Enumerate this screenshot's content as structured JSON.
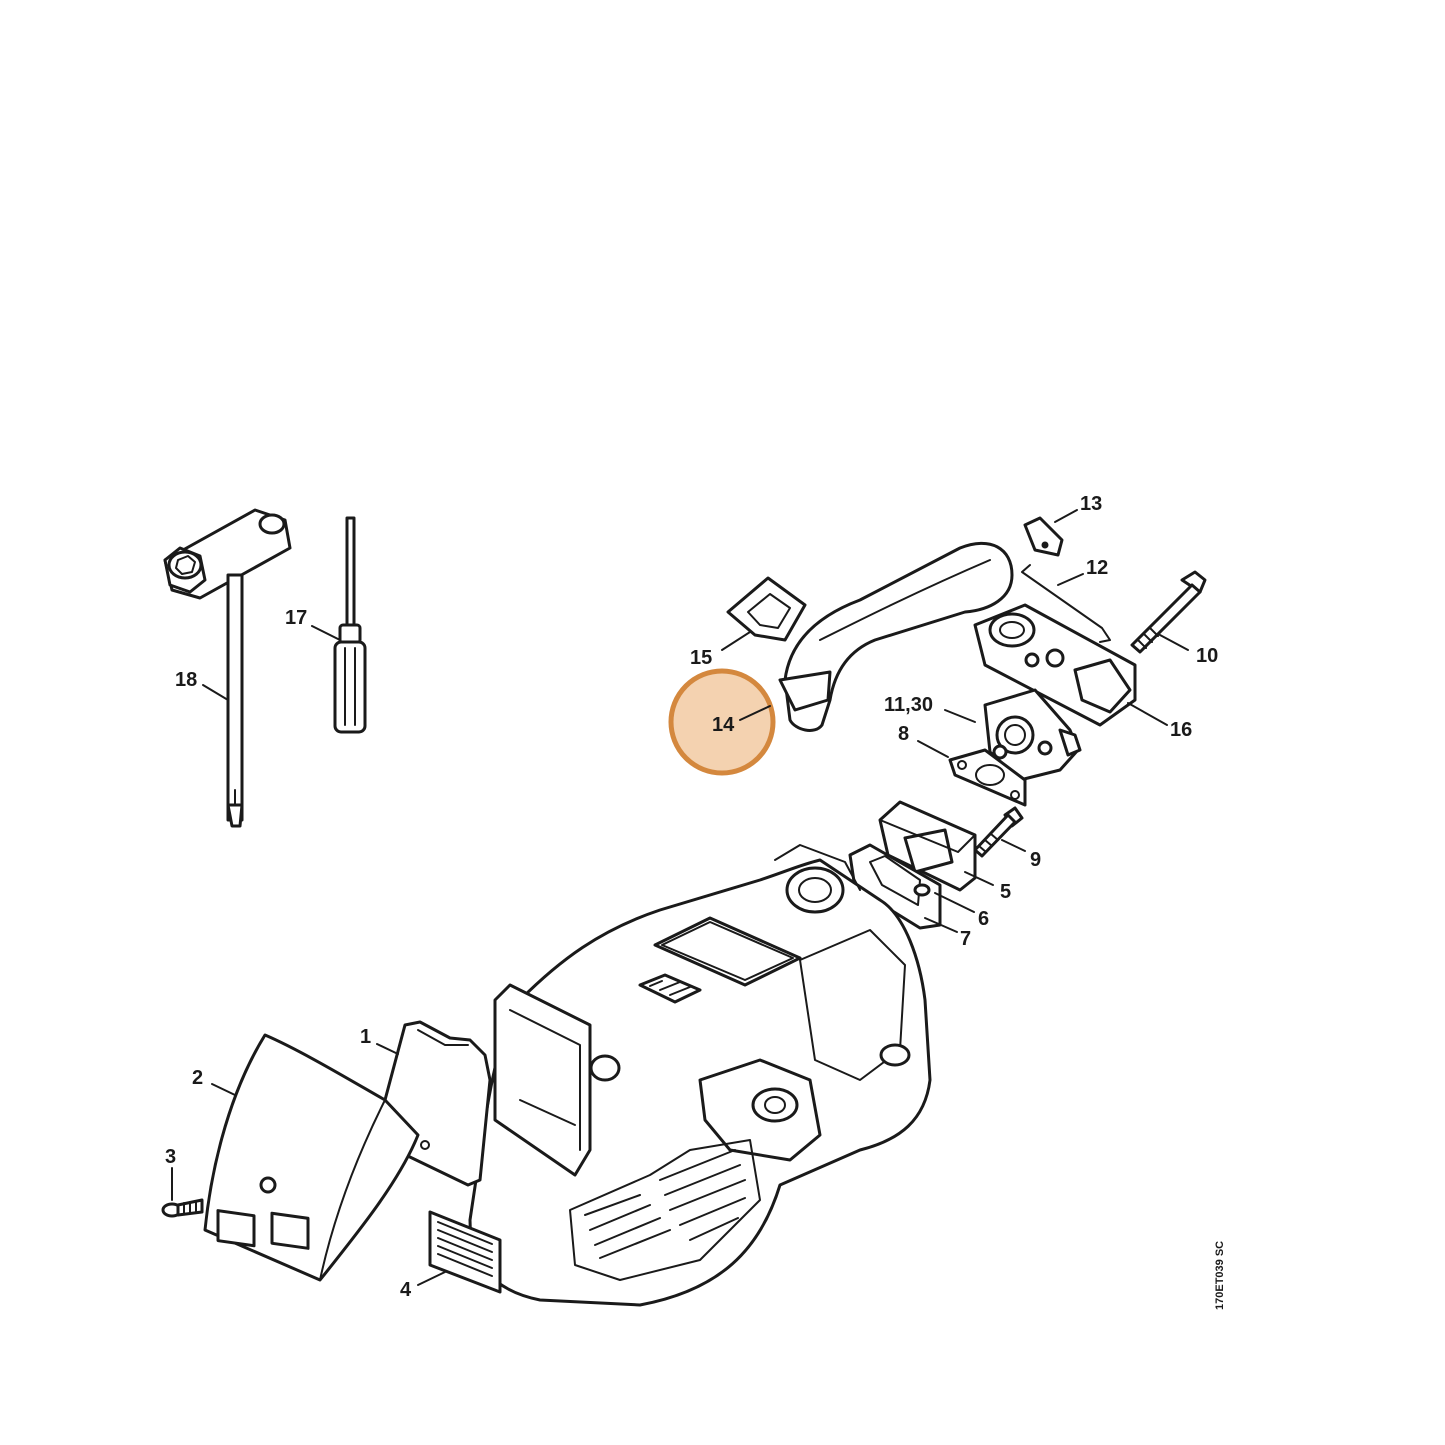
{
  "highlight": {
    "color": "#d4883e",
    "fill": "#f4d2b0"
  },
  "callouts": [
    {
      "id": "c1",
      "label": "1"
    },
    {
      "id": "c2",
      "label": "2"
    },
    {
      "id": "c3",
      "label": "3"
    },
    {
      "id": "c4",
      "label": "4"
    },
    {
      "id": "c5",
      "label": "5"
    },
    {
      "id": "c6",
      "label": "6"
    },
    {
      "id": "c7",
      "label": "7"
    },
    {
      "id": "c8",
      "label": "8"
    },
    {
      "id": "c9",
      "label": "9"
    },
    {
      "id": "c10",
      "label": "10"
    },
    {
      "id": "c11",
      "label": "11,30"
    },
    {
      "id": "c12",
      "label": "12"
    },
    {
      "id": "c13",
      "label": "13"
    },
    {
      "id": "c14",
      "label": "14"
    },
    {
      "id": "c15",
      "label": "15"
    },
    {
      "id": "c16",
      "label": "16"
    },
    {
      "id": "c17",
      "label": "17"
    },
    {
      "id": "c18",
      "label": "18"
    }
  ],
  "drawing_ref": "170ET039 SC"
}
